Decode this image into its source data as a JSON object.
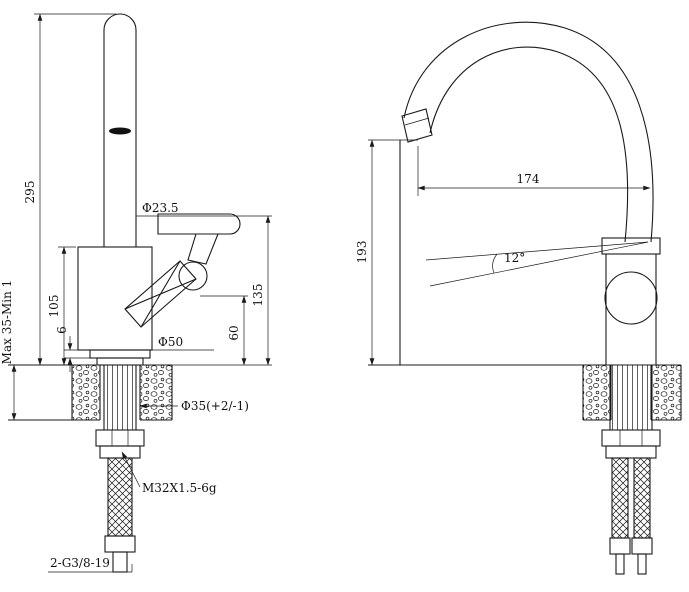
{
  "page": {
    "background": "#ffffff",
    "line_color": "#1a1a1a"
  },
  "front_view": {
    "name": "faucet-front-view",
    "dimensions": {
      "overall_height": "295",
      "body_height": "105",
      "base_plate_height": "6",
      "mounting_range": "Max 35-Min 1",
      "spout_diameter": "Φ23.5",
      "handle_height": "135",
      "outlet_height": "60",
      "base_diameter": "Φ50",
      "mounting_hole_diameter": "Φ35(+2/-1)",
      "shank_thread": "M32X1.5-6g",
      "supply_hose_thread": "2-G3/8-19"
    }
  },
  "side_view": {
    "name": "faucet-side-view",
    "dimensions": {
      "spout_reach": "174",
      "spout_height": "193",
      "swivel_angle": "12°"
    }
  }
}
